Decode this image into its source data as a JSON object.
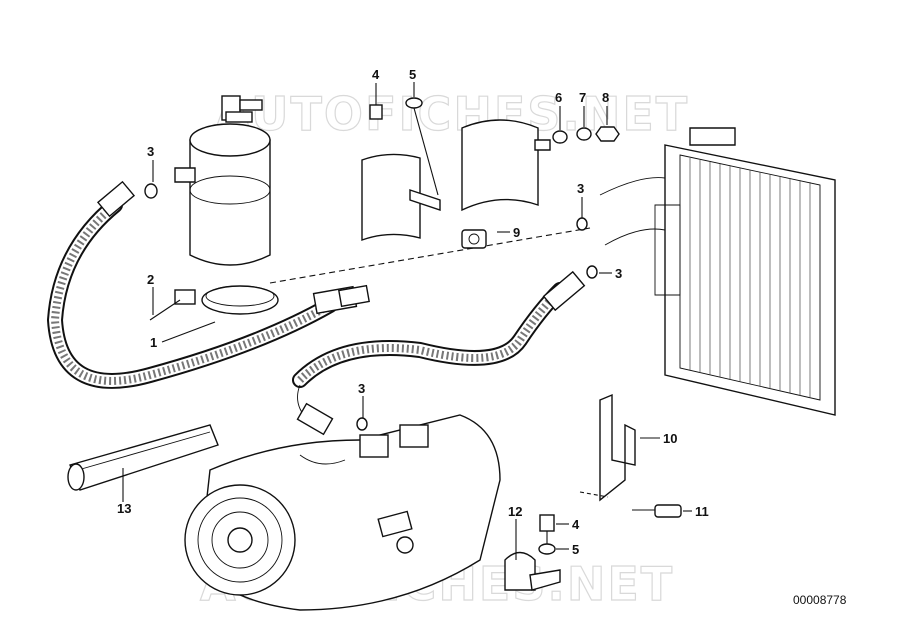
{
  "diagram": {
    "watermark": "AUTOFICHES.NET",
    "document_number": "00008778",
    "callouts": [
      "1",
      "2",
      "3",
      "3",
      "3",
      "3",
      "4",
      "4",
      "5",
      "5",
      "6",
      "7",
      "8",
      "9",
      "10",
      "11",
      "12",
      "13"
    ]
  }
}
